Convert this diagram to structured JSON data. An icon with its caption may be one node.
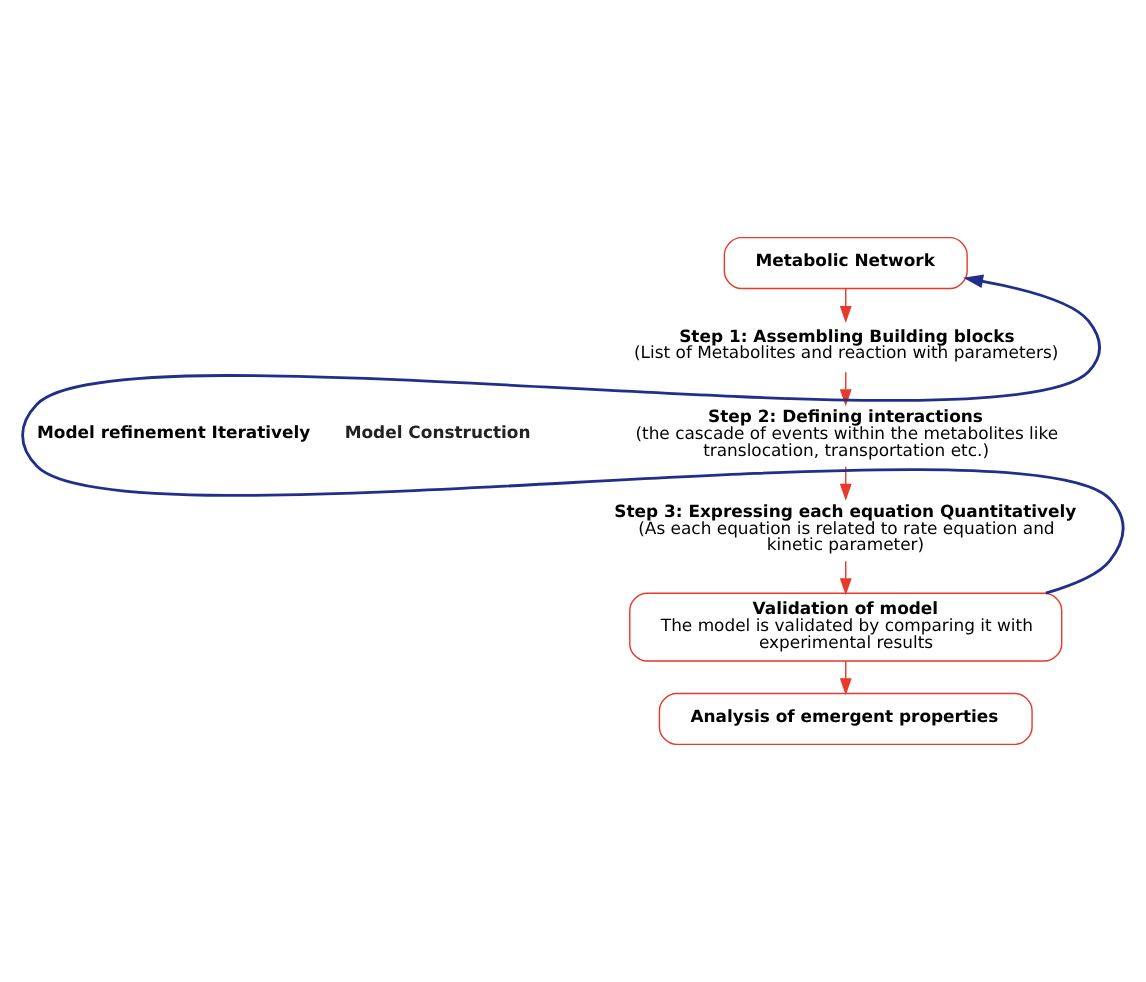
{
  "diagram": {
    "nodes": [
      {
        "text": [
          "Metabolic Network"
        ]
      },
      {
        "text": [
          "Step 1: Assembling Building blocks",
          "(List of Metabolites and reaction with parameters)"
        ]
      },
      {
        "text": [
          "Step 2: Defining interactions",
          "(the cascade of events within the metabolites like translocation, transportation etc.)"
        ]
      },
      {
        "text": [
          "Step 3: Expressing each equation Quantitatively",
          "(As each equation is related to rate equation and kinetic parameter)"
        ]
      },
      {
        "text": [
          "Validation of model",
          "The model is validated by comparing it with experimental results"
        ]
      },
      {
        "text": [
          "Analysis of emergent properties"
        ]
      }
    ],
    "edges": [
      {
        "from": 0,
        "to": 1,
        "arrow": "to"
      },
      {
        "from": 1,
        "to": 2,
        "arrow": "to"
      },
      {
        "from": 2,
        "to": 3,
        "arrow": "to"
      },
      {
        "from": 3,
        "to": 4,
        "arrow": "to"
      },
      {
        "from": 4,
        "to": 5,
        "arrow": "to"
      },
      {
        "from": 4,
        "to": 0,
        "arrow": "to",
        "color": "#1f2f8a",
        "label": "Model refinement Iteratively"
      }
    ],
    "labels": [
      "Model Construction"
    ]
  }
}
